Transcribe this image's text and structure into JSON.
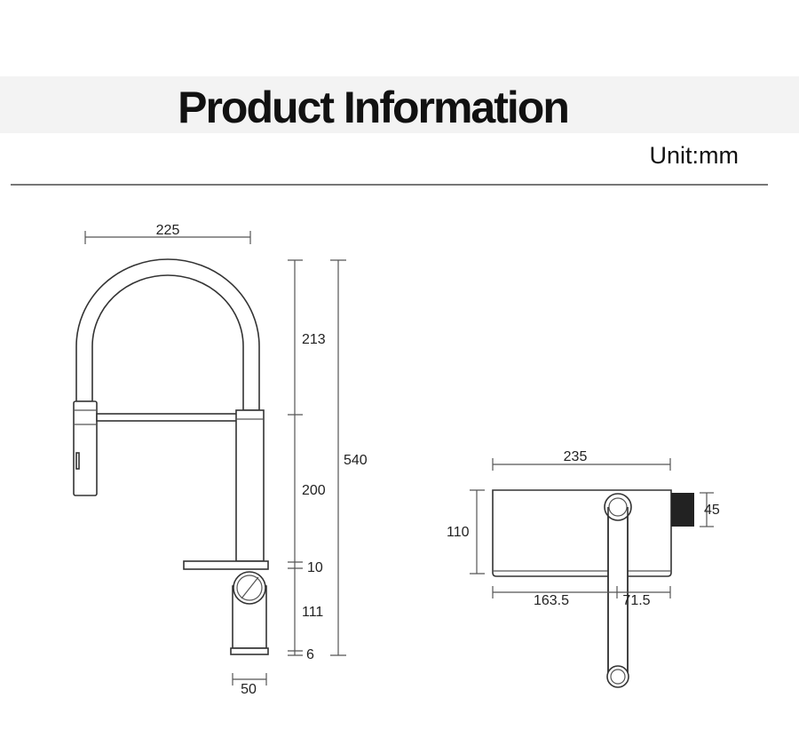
{
  "header": {
    "title": "Product Information",
    "unit": "Unit:mm"
  },
  "side_view": {
    "dimensions": {
      "width_spout": "225",
      "upper_arch": "213",
      "column": "200",
      "deck_plate": "10",
      "lower_body": "111",
      "base": "6",
      "total_height": "540",
      "base_width": "50"
    }
  },
  "top_view": {
    "dimensions": {
      "total_length": "235",
      "depth": "110",
      "knob": "45",
      "left_to_handle": "163.5",
      "handle_to_right": "71.5"
    }
  },
  "colors": {
    "line": "#555555",
    "knob": "#222222",
    "band": "#f3f3f3"
  }
}
